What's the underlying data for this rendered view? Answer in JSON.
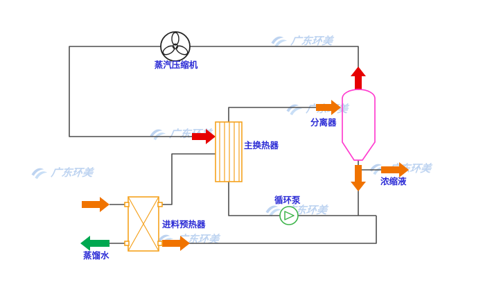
{
  "diagram": {
    "labels": {
      "compressor": "蒸汽压缩机",
      "main_exchanger": "主换热器",
      "separator": "分离器",
      "preheater": "进料预热器",
      "pump": "循环泵",
      "concentrate": "浓缩液",
      "distillate": "蒸馏水"
    },
    "watermark": {
      "text": "广东环美"
    },
    "colors": {
      "line": "#4d4d4d",
      "steam_arrow": "#e60000",
      "flow_arrow": "#f07300",
      "distillate_arrow": "#00a850",
      "exchanger": "#f5a11c",
      "separator": "#ff3dcf",
      "pump": "#3cb44a",
      "label_text": "#2b2bd5",
      "watermark": "#4a86d8"
    }
  }
}
